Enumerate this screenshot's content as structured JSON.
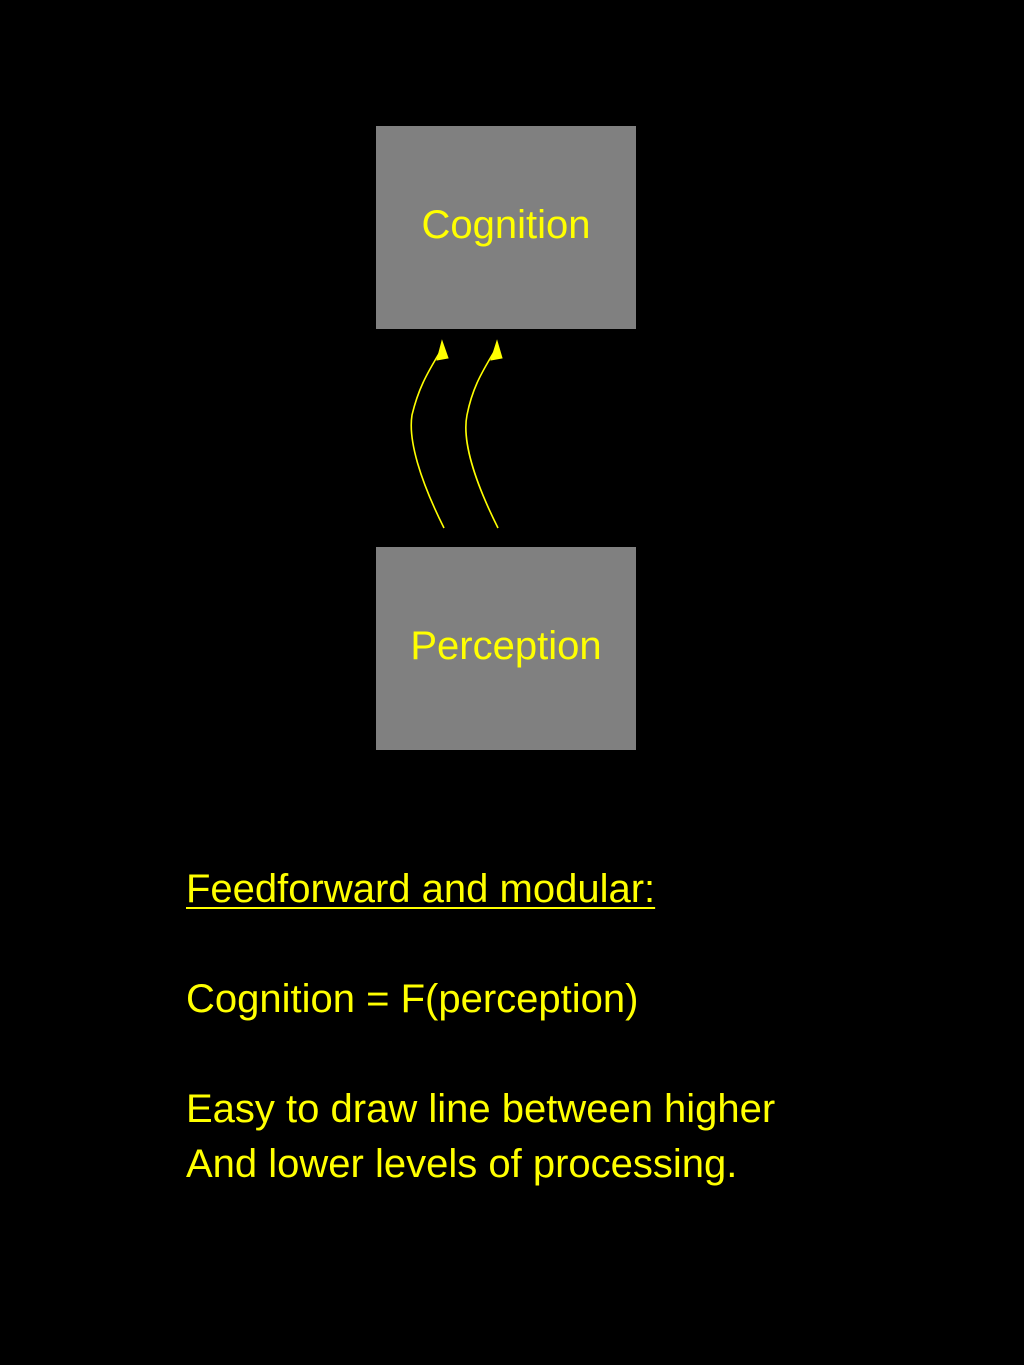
{
  "diagram": {
    "nodes": {
      "top": {
        "label": "Cognition"
      },
      "bottom": {
        "label": "Perception"
      }
    },
    "edges": [
      {
        "from": "Perception",
        "to": "Cognition",
        "style": "curved-arrow"
      },
      {
        "from": "Perception",
        "to": "Cognition",
        "style": "curved-arrow"
      }
    ]
  },
  "caption": {
    "heading": "Feedforward and modular:",
    "formula": "Cognition = F(perception)",
    "lines": [
      "Easy to draw line between higher",
      "And lower levels of processing."
    ]
  },
  "colors": {
    "background": "#000000",
    "box": "#808080",
    "text": "#ffff00",
    "arrow": "#ffff00"
  }
}
